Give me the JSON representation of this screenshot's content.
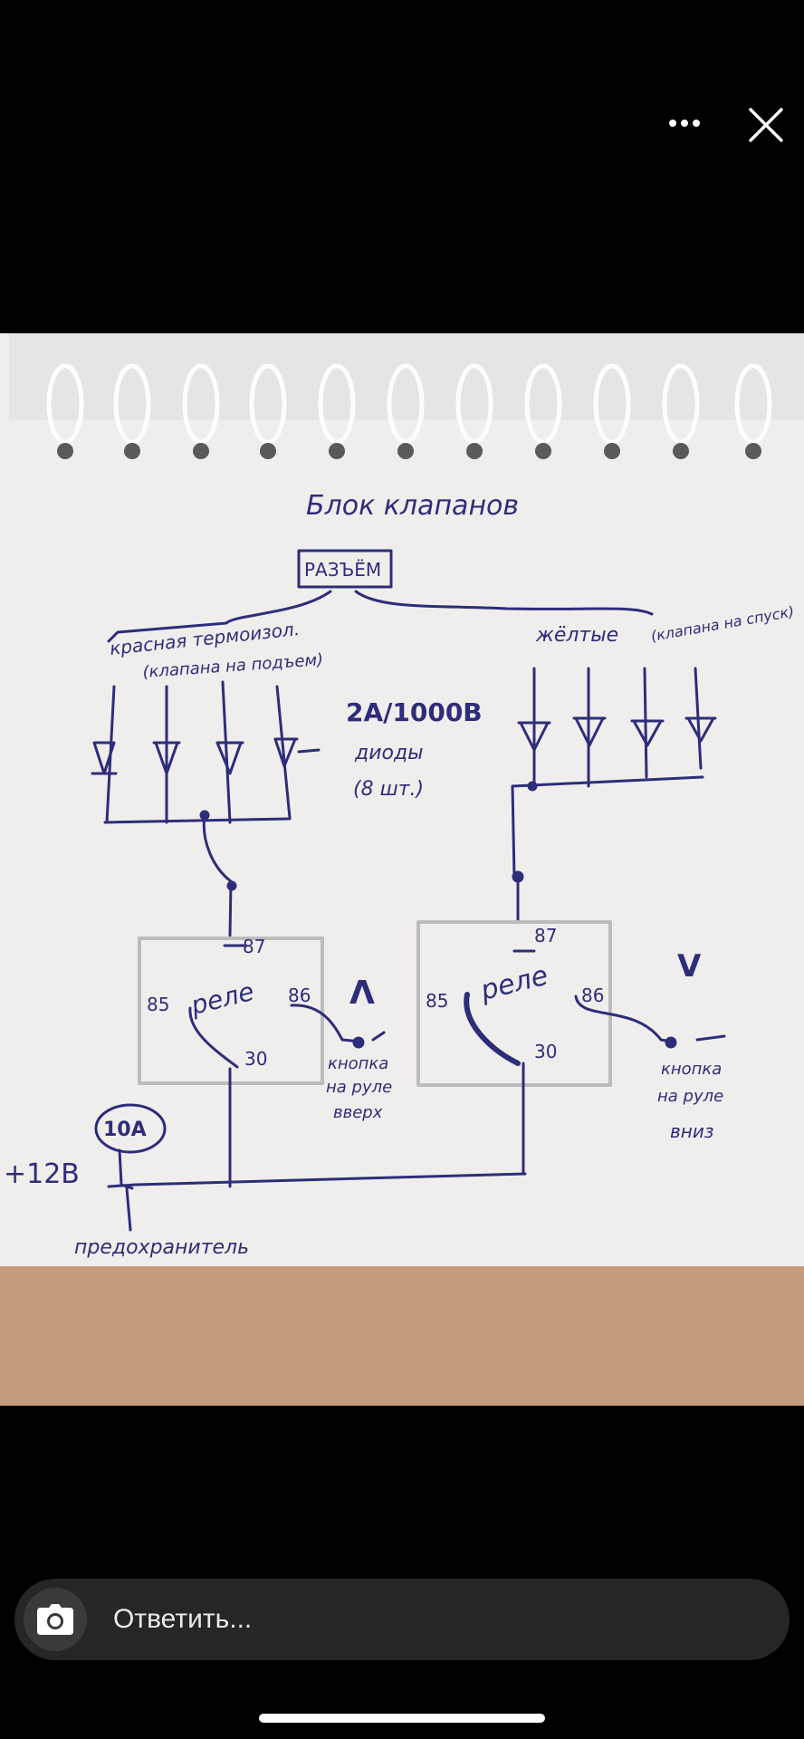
{
  "toolbar": {
    "more_icon": "ellipsis-icon",
    "close_icon": "close-icon"
  },
  "photo": {
    "title": "Блок клапанов",
    "connector": "РАЗЪЁМ",
    "left_group": "красная термоизол.",
    "left_group_sub": "(клапана на подъем)",
    "right_group": "жёлтые",
    "right_group_sub": "(клапана на спуск)",
    "diode_rating": "2A/1000B",
    "diode_label": "диоды",
    "diode_count": "(8 шт.)",
    "relay_label": "реле",
    "pin_87": "87",
    "pin_85": "85",
    "pin_86": "86",
    "pin_30": "30",
    "up_arrow": "Λ",
    "down_arrow": "V",
    "button_up_line1": "кнопка",
    "button_up_line2": "на руле",
    "button_up_line3": "вверх",
    "button_down_line1": "кнопка",
    "button_down_line2": "на руле",
    "button_down_line3": "вниз",
    "fuse": "10A",
    "power": "+12B",
    "fuse_label": "предохранитель"
  },
  "reply": {
    "camera_icon": "camera-icon",
    "placeholder": "Ответить..."
  },
  "colors": {
    "ink": "#2e2d7a",
    "paper": "#f0eeec",
    "wood": "#c0987a",
    "background": "#000000"
  }
}
